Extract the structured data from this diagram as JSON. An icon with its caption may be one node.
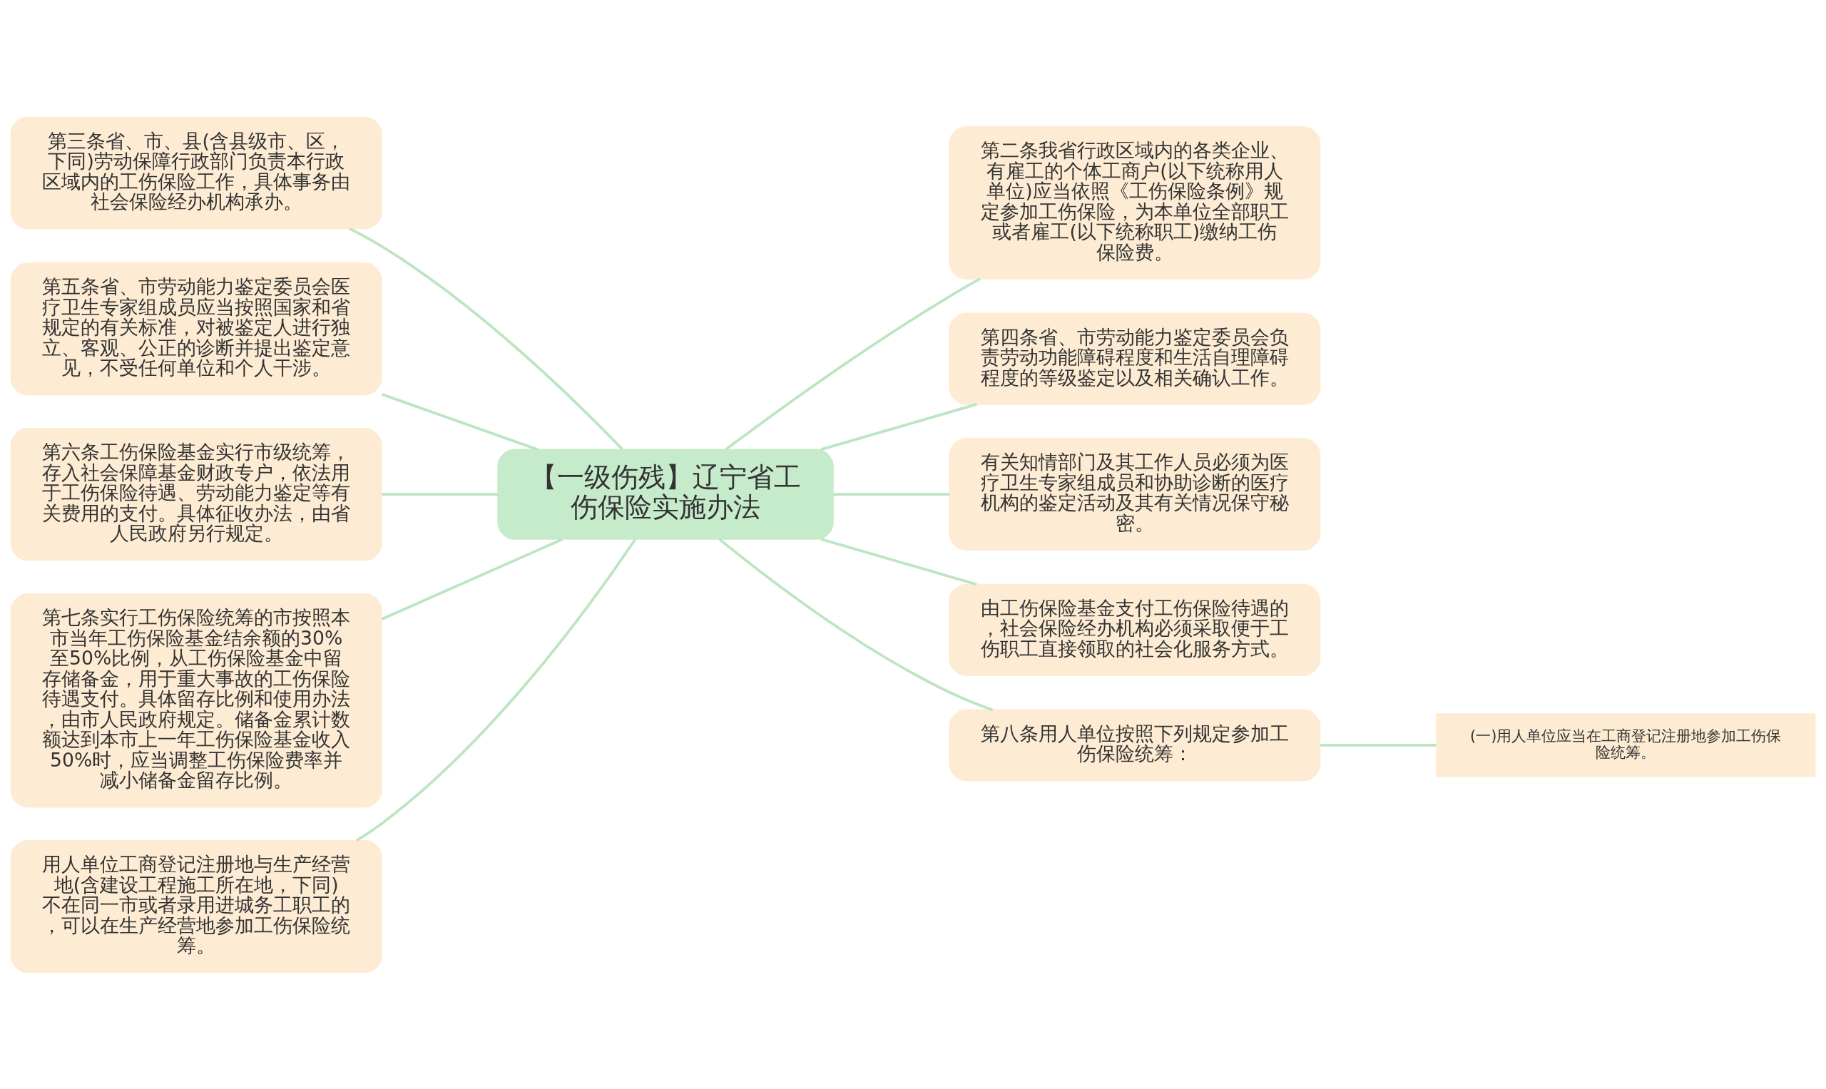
{
  "diagram": {
    "nodes": [
      {
        "text": [
          "【一级伤残】辽宁省工伤保险实施办法"
        ]
      },
      {
        "text": [
          "第三条省、市、县(含县级市、区，下同)劳动保障行政部门负责本行政区域内的工伤保险工作，具体事务由社会保险经办机构承办。"
        ]
      },
      {
        "text": [
          "第五条省、市劳动能力鉴定委员会医疗卫生专家组成员应当按照国家和省规定的有关标准，对被鉴定人进行独立、客观、公正的诊断并提出鉴定意见，不受任何单位和个人干涉。"
        ]
      },
      {
        "text": [
          "第六条工伤保险基金实行市级统筹，存入社会保障基金财政专户，依法用于工伤保险待遇、劳动能力鉴定等有关费用的支付。具体征收办法，由省人民政府另行规定。"
        ]
      },
      {
        "text": [
          "第七条实行工伤保险统筹的市按照本市当年工伤保险基金结余额的30%至50%比例，从工伤保险基金中留存储备金，用于重大事故的工伤保险待遇支付。具体留存比例和使用办法，由市人民政府规定。储备金累计数额达到本市上一年工伤保险基金收入50%时，应当调整工伤保险费率并减小储备金留存比例。"
        ]
      },
      {
        "text": [
          "用人单位工商登记注册地与生产经营地(含建设工程施工所在地，下同)不在同一市或者录用进城务工职工的，可以在生产经营地参加工伤保险统筹。"
        ]
      },
      {
        "text": [
          "第二条我省行政区域内的各类企业、有雇工的个体工商户(以下统称用人单位)应当依照《工伤保险条例》规定参加工伤保险，为本单位全部职工或者雇工(以下统称职工)缴纳工伤保险费。"
        ]
      },
      {
        "text": [
          "第四条省、市劳动能力鉴定委员会负责劳动功能障碍程度和生活自理障碍程度的等级鉴定以及相关确认工作。"
        ]
      },
      {
        "text": [
          "有关知情部门及其工作人员必须为医疗卫生专家组成员和协助诊断的医疗机构的鉴定活动及其有关情况保守秘密。"
        ]
      },
      {
        "text": [
          "由工伤保险基金支付工伤保险待遇的，社会保险经办机构必须采取便于工伤职工直接领取的社会化服务方式。"
        ]
      },
      {
        "text": [
          "第八条用人单位按照下列规定参加工伤保险统筹："
        ]
      },
      {
        "text": [
          "(一)用人单位应当在工商登记注册地参加工伤保险统筹。"
        ]
      }
    ],
    "edges": [
      {
        "from": 0,
        "to": 1,
        "arrow": "none"
      },
      {
        "from": 0,
        "to": 2,
        "arrow": "none"
      },
      {
        "from": 0,
        "to": 3,
        "arrow": "none"
      },
      {
        "from": 0,
        "to": 4,
        "arrow": "none"
      },
      {
        "from": 0,
        "to": 5,
        "arrow": "none"
      },
      {
        "from": 0,
        "to": 6,
        "arrow": "none"
      },
      {
        "from": 0,
        "to": 7,
        "arrow": "none"
      },
      {
        "from": 0,
        "to": 8,
        "arrow": "none"
      },
      {
        "from": 0,
        "to": 9,
        "arrow": "none"
      },
      {
        "from": 0,
        "to": 10,
        "arrow": "none"
      },
      {
        "from": 10,
        "to": 11,
        "arrow": "none"
      }
    ]
  }
}
